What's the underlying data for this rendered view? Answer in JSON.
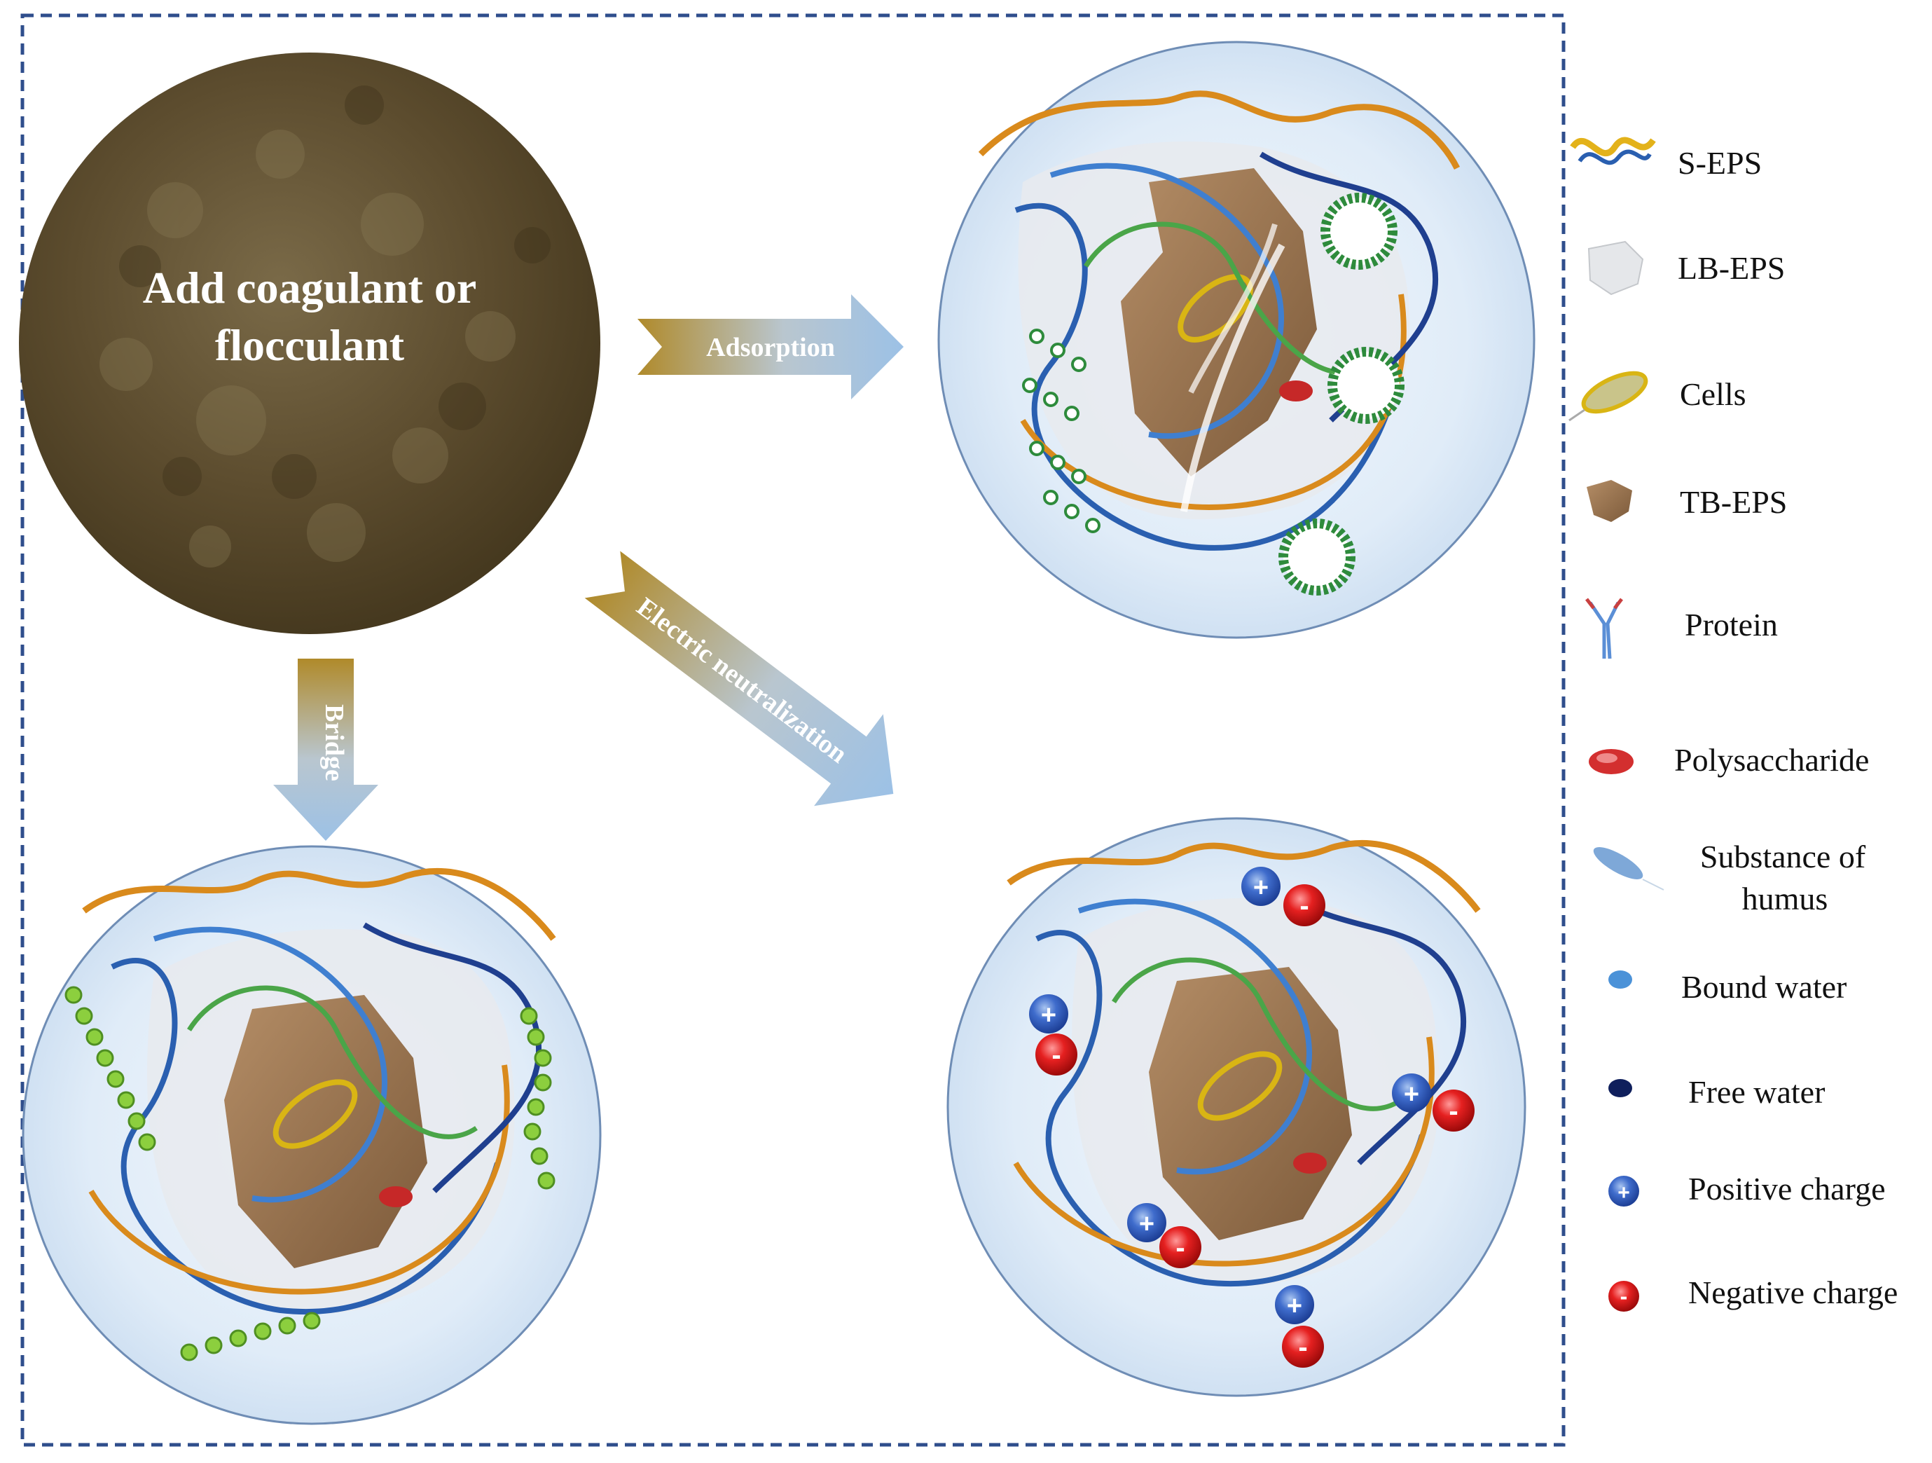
{
  "sludge": {
    "line1": "Add coagulant or",
    "line2": "flocculant"
  },
  "arrows": {
    "adsorption": "Adsorption",
    "bridge": "Bridge",
    "electric": "Electric neutralization"
  },
  "legend": [
    {
      "id": "s-eps",
      "label": "S-EPS",
      "icon": "s-eps-icon"
    },
    {
      "id": "lb-eps",
      "label": "LB-EPS",
      "icon": "lb-eps-icon"
    },
    {
      "id": "cells",
      "label": "Cells",
      "icon": "cell-icon"
    },
    {
      "id": "tb-eps",
      "label": "TB-EPS",
      "icon": "tb-eps-icon"
    },
    {
      "id": "protein",
      "label": "Protein",
      "icon": "protein-icon"
    },
    {
      "id": "polysaccharide",
      "label": "Polysaccharide",
      "icon": "polysaccharide-icon"
    },
    {
      "id": "humus",
      "label": "Substance of",
      "label2": "humus",
      "icon": "humus-icon"
    },
    {
      "id": "bound-water",
      "label": "Bound water",
      "icon": "bound-water-icon"
    },
    {
      "id": "free-water",
      "label": "Free water",
      "icon": "free-water-icon"
    },
    {
      "id": "positive",
      "label": "Positive charge",
      "icon": "positive-charge-icon",
      "sign": "+"
    },
    {
      "id": "negative",
      "label": "Negative charge",
      "icon": "negative-charge-icon",
      "sign": "-"
    }
  ],
  "charges": {
    "plus": "+",
    "minus": "-"
  },
  "colors": {
    "frame": "#2f4e8c",
    "sludge": "#5a4a2c",
    "floc_bg": "#dce9f6",
    "s_eps_blue": "#2a5fb0",
    "s_eps_orange": "#d98a1c",
    "s_eps_green": "#4aa548",
    "tb_eps": "#9b7450",
    "arrow_gold": "#b08a2a",
    "arrow_blue": "#9cc1e6",
    "positive": "#2b57b8",
    "negative": "#d01818"
  }
}
